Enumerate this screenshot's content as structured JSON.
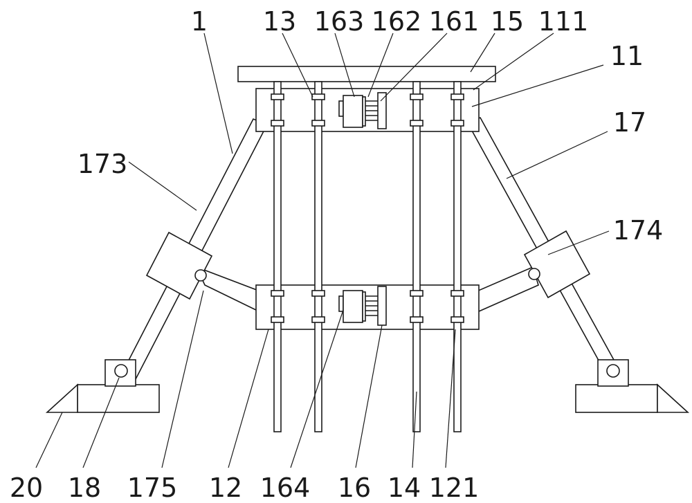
{
  "labels": {
    "l1": "1",
    "l13": "13",
    "l163": "163",
    "l162": "162",
    "l161": "161",
    "l15": "15",
    "l111": "111",
    "l11": "11",
    "l17": "17",
    "l173": "173",
    "l174": "174",
    "l20": "20",
    "l18": "18",
    "l175": "175",
    "l12": "12",
    "l164": "164",
    "l16": "16",
    "l14": "14",
    "l121": "121"
  }
}
